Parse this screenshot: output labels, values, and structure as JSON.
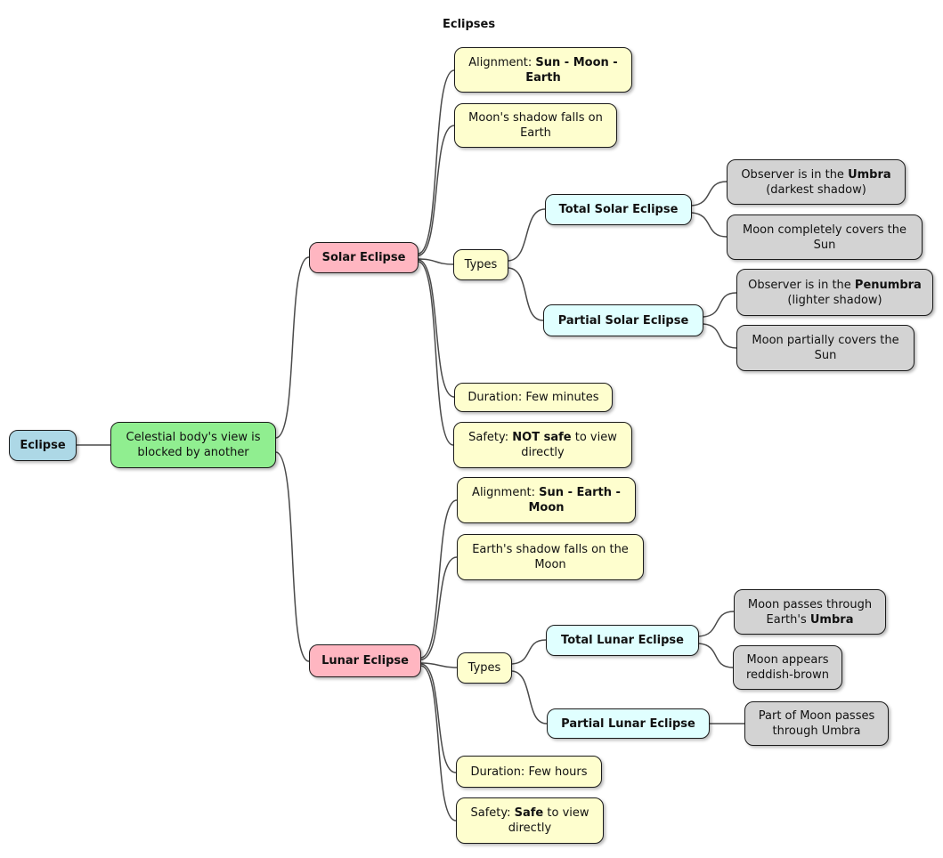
{
  "title": "Eclipses",
  "colors": {
    "root": "#ADD8E6",
    "definition": "#90EE90",
    "branch": "#FFB6C1",
    "detail": "#FEFECE",
    "type": "#E0FFFF",
    "leaf": "#D3D3D3",
    "border": "#1b1b1b",
    "connector": "#4a4a4a"
  },
  "nodes": {
    "root": {
      "text": "Eclipse"
    },
    "definition": {
      "text": "Celestial body's view is blocked by another"
    },
    "solar": {
      "text": "Solar Eclipse"
    },
    "solar_alignment": {
      "pre": "Alignment: ",
      "bold": "Sun - Moon - Earth"
    },
    "solar_shadow": {
      "text": "Moon's shadow falls on Earth"
    },
    "solar_types": {
      "text": "Types"
    },
    "total_solar": {
      "text": "Total Solar Eclipse"
    },
    "ts_umbra": {
      "pre": "Observer is in the ",
      "bold": "Umbra",
      "post": " (darkest shadow)"
    },
    "ts_covers": {
      "text": "Moon completely covers the Sun"
    },
    "partial_solar": {
      "text": "Partial Solar Eclipse"
    },
    "ps_penumbra": {
      "pre": "Observer is in the ",
      "bold": "Penumbra",
      "post": " (lighter shadow)"
    },
    "ps_covers": {
      "text": "Moon partially covers the Sun"
    },
    "solar_duration": {
      "text": "Duration: Few minutes"
    },
    "solar_safety": {
      "pre": "Safety: ",
      "bold": "NOT safe",
      "post": " to view directly"
    },
    "lunar": {
      "text": "Lunar Eclipse"
    },
    "lunar_alignment": {
      "pre": "Alignment: ",
      "bold": "Sun - Earth - Moon"
    },
    "lunar_shadow": {
      "text": "Earth's shadow falls on the Moon"
    },
    "lunar_types": {
      "text": "Types"
    },
    "total_lunar": {
      "text": "Total Lunar Eclipse"
    },
    "tl_umbra": {
      "pre": "Moon passes through Earth's ",
      "bold": "Umbra"
    },
    "tl_reddish": {
      "text": "Moon appears reddish-brown"
    },
    "partial_lunar": {
      "text": "Partial Lunar Eclipse"
    },
    "pl_part": {
      "text": "Part of Moon passes through Umbra"
    },
    "lunar_duration": {
      "text": "Duration: Few hours"
    },
    "lunar_safety": {
      "pre": "Safety: ",
      "bold": "Safe",
      "post": " to view directly"
    }
  }
}
